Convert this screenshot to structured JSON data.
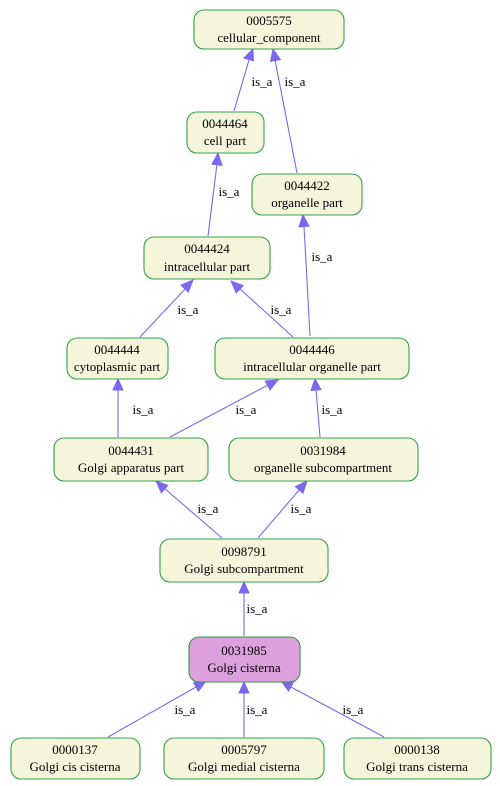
{
  "colors": {
    "node_fill": "#f5f5dc",
    "node_border": "#34a24a",
    "highlight_fill": "#dda0dd",
    "edge": "#7b68ee"
  },
  "nodes": {
    "n0005575": {
      "id": "0005575",
      "label": "cellular_component"
    },
    "n0044464": {
      "id": "0044464",
      "label": "cell part"
    },
    "n0044422": {
      "id": "0044422",
      "label": "organelle part"
    },
    "n0044424": {
      "id": "0044424",
      "label": "intracellular part"
    },
    "n0044444": {
      "id": "0044444",
      "label": "cytoplasmic part"
    },
    "n0044446": {
      "id": "0044446",
      "label": "intracellular organelle part"
    },
    "n0044431": {
      "id": "0044431",
      "label": "Golgi apparatus part"
    },
    "n0031984": {
      "id": "0031984",
      "label": "organelle subcompartment"
    },
    "n0098791": {
      "id": "0098791",
      "label": "Golgi subcompartment"
    },
    "n0031985": {
      "id": "0031985",
      "label": "Golgi cisterna",
      "highlighted": true
    },
    "n0000137": {
      "id": "0000137",
      "label": "Golgi cis cisterna"
    },
    "n0005797": {
      "id": "0005797",
      "label": "Golgi medial cisterna"
    },
    "n0000138": {
      "id": "0000138",
      "label": "Golgi trans cisterna"
    }
  },
  "edges": [
    {
      "from": "0044464",
      "to": "0005575",
      "label": "is_a"
    },
    {
      "from": "0044422",
      "to": "0005575",
      "label": "is_a"
    },
    {
      "from": "0044424",
      "to": "0044464",
      "label": "is_a"
    },
    {
      "from": "0044446",
      "to": "0044422",
      "label": "is_a"
    },
    {
      "from": "0044444",
      "to": "0044424",
      "label": "is_a"
    },
    {
      "from": "0044446",
      "to": "0044424",
      "label": "is_a"
    },
    {
      "from": "0044431",
      "to": "0044444",
      "label": "is_a"
    },
    {
      "from": "0044431",
      "to": "0044446",
      "label": "is_a"
    },
    {
      "from": "0031984",
      "to": "0044446",
      "label": "is_a"
    },
    {
      "from": "0098791",
      "to": "0044431",
      "label": "is_a"
    },
    {
      "from": "0098791",
      "to": "0031984",
      "label": "is_a"
    },
    {
      "from": "0031985",
      "to": "0098791",
      "label": "is_a"
    },
    {
      "from": "0000137",
      "to": "0031985",
      "label": "is_a"
    },
    {
      "from": "0005797",
      "to": "0031985",
      "label": "is_a"
    },
    {
      "from": "0000138",
      "to": "0031985",
      "label": "is_a"
    }
  ]
}
